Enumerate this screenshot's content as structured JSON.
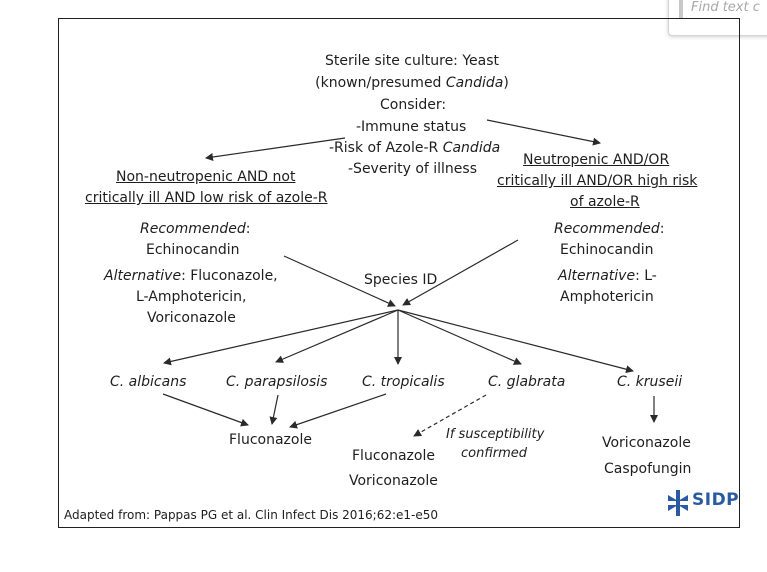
{
  "find": {
    "placeholder": "Find text c"
  },
  "top": {
    "line1": "Sterile site culture: Yeast",
    "line2_pre": "(known/presumed ",
    "line2_italic": "Candida",
    "line2_post": ")",
    "consider": "Consider:",
    "item1": "-Immune status",
    "item2_pre": "-Risk of Azole-R ",
    "item2_italic": "Candida",
    "item3": "-Severity of illness"
  },
  "left_branch": {
    "heading1": "Non-neutropenic AND not",
    "heading2": "critically ill AND low risk of azole-R",
    "rec_label": "Recommended",
    "rec_colon": ":",
    "rec_value": "Echinocandin",
    "alt_label": "Alternative",
    "alt_value1": ": Fluconazole,",
    "alt_value2": "L-Amphotericin,",
    "alt_value3": "Voriconazole"
  },
  "right_branch": {
    "heading1": "Neutropenic AND/OR",
    "heading2": "critically ill AND/OR high risk",
    "heading3": "of azole-R",
    "rec_label": "Recommended",
    "rec_colon": ":",
    "rec_value": "Echinocandin",
    "alt_label": "Alternative",
    "alt_value1": ": L-",
    "alt_value2": "Amphotericin"
  },
  "species_id": "Species ID",
  "species": [
    "C. albicans",
    "C. parapsilosis",
    "C. tropicalis",
    "C. glabrata",
    "C. kruseii"
  ],
  "outcomes": {
    "fluconazole_left": "Fluconazole",
    "glabrata_option1": "Fluconazole",
    "glabrata_option2": "Voriconazole",
    "susceptibility1": "If susceptibility",
    "susceptibility2": "confirmed",
    "kruseii_option1": "Voriconazole",
    "kruseii_option2": "Caspofungin"
  },
  "citation": "Adapted from:  Pappas PG et al. Clin Infect Dis 2016;62:e1-e50",
  "logo": {
    "text": "SIDP",
    "icon": "sidp-logo-icon",
    "color": "#2a5aa0"
  }
}
